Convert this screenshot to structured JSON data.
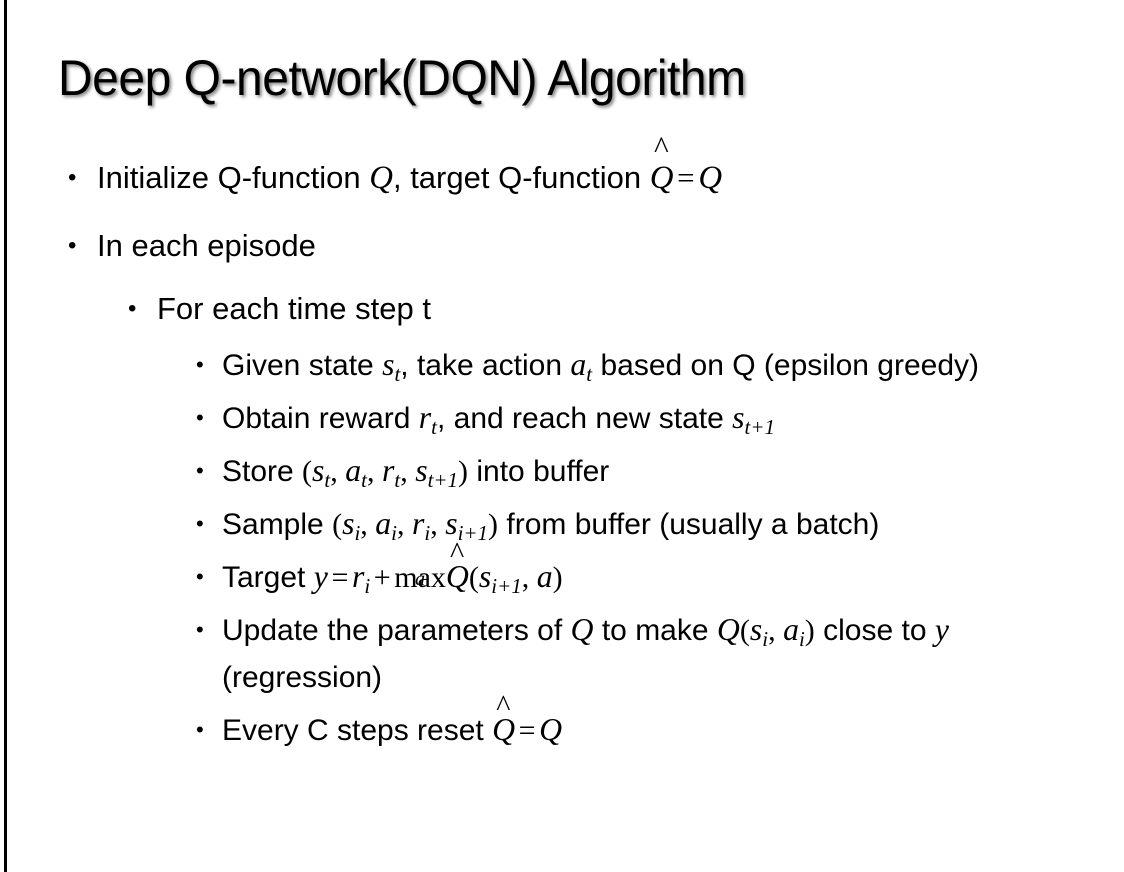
{
  "slide": {
    "title": "Deep Q-network(DQN) Algorithm",
    "background_color": "#ffffff",
    "text_color": "#000000",
    "left_rule_color": "#000000",
    "bullet_glyph": "•"
  },
  "content": {
    "l1_initialize": {
      "pre": "Initialize Q-function ",
      "var_q": "Q",
      "mid": ", target Q-function ",
      "hat_base": "Q",
      "hat_accent": "^",
      "equals": "=",
      "var_q2": "Q"
    },
    "l1_episode": "In each episode",
    "l2_timestep": "For each time step t",
    "l3_given": {
      "pre": "Given state ",
      "s": "s",
      "s_sub": "t",
      "mid": ", take action ",
      "a": "a",
      "a_sub": "t",
      "post": " based on Q (epsilon greedy)"
    },
    "l3_obtain": {
      "pre": "Obtain reward ",
      "r": "r",
      "r_sub": "t",
      "mid": ", and reach new state ",
      "s": "s",
      "s_sub": "t+1"
    },
    "l3_store": {
      "pre": "Store ",
      "open": "(",
      "s": "s",
      "s_sub": "t",
      "comma1": ", ",
      "a": "a",
      "a_sub": "t",
      "comma2": ", ",
      "r": "r",
      "r_sub": "t",
      "comma3": ", ",
      "s2": "s",
      "s2_sub": "t+1",
      "close": ")",
      "post": " into buffer"
    },
    "l3_sample": {
      "pre": "Sample ",
      "open": "(",
      "s": "s",
      "s_sub": "i",
      "comma1": ", ",
      "a": "a",
      "a_sub": "i",
      "comma2": ", ",
      "r": "r",
      "r_sub": "i",
      "comma3": ", ",
      "s2": "s",
      "s2_sub": "i+1",
      "close": ")",
      "post": " from buffer (usually a batch)"
    },
    "l3_target": {
      "pre": "Target ",
      "y": "y",
      "equals": "=",
      "r": "r",
      "r_sub": "i",
      "plus": "+",
      "max": "max",
      "max_sub": "a",
      "hat_base": "Q",
      "hat_accent": "^",
      "open": "(",
      "s": "s",
      "s_sub": "i+1",
      "comma": ", ",
      "a": "a",
      "close": ")"
    },
    "l3_update": {
      "pre": "Update the parameters of ",
      "q1": "Q",
      "mid": " to make ",
      "q2": "Q",
      "open": "(",
      "s": "s",
      "s_sub": "i",
      "comma": ", ",
      "a": "a",
      "a_sub": "i",
      "close": ")",
      "post": " close to ",
      "y": "y",
      "tail": " (regression)"
    },
    "l3_reset": {
      "pre": "Every C steps reset ",
      "hat_base": "Q",
      "hat_accent": "^",
      "equals": "=",
      "q": "Q"
    }
  }
}
